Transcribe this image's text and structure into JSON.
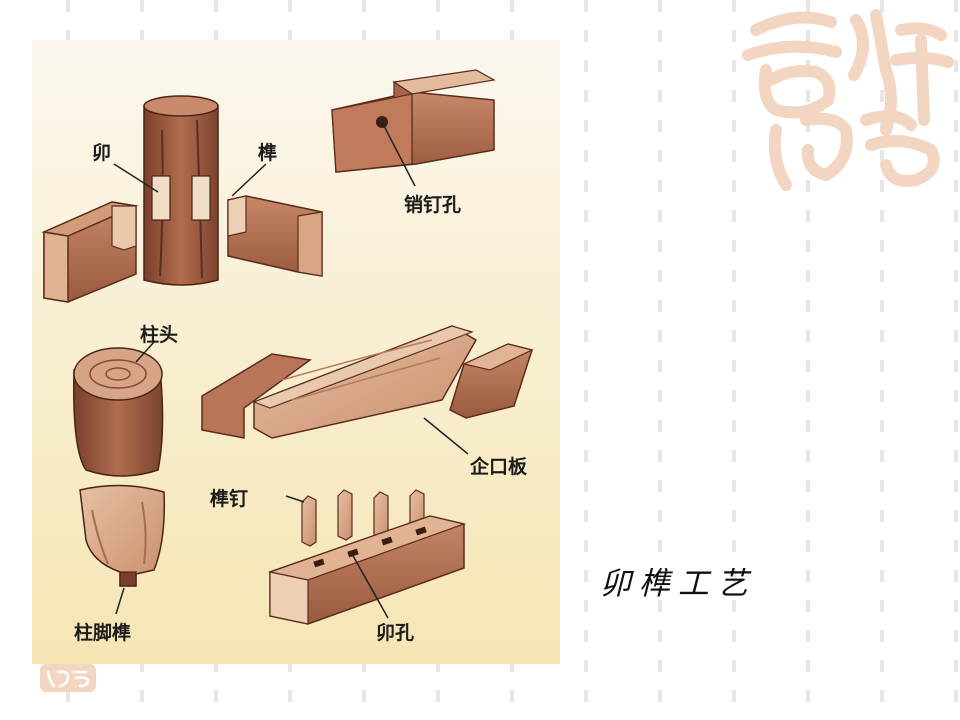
{
  "slide": {
    "title": "卯榫工艺"
  },
  "figure": {
    "labels": {
      "mao": "卯",
      "sun": "榫",
      "xiaodingkong": "销钉孔",
      "zhutou": "柱头",
      "qikouban": "企口板",
      "sunding": "榫钉",
      "zhujiaosun": "柱脚榫",
      "maokong": "卯孔"
    }
  },
  "colors": {
    "wood_dark": "#8a4a32",
    "wood_mid": "#b9775a",
    "wood_light": "#dcae8f",
    "logo": "#f3d6c1"
  }
}
